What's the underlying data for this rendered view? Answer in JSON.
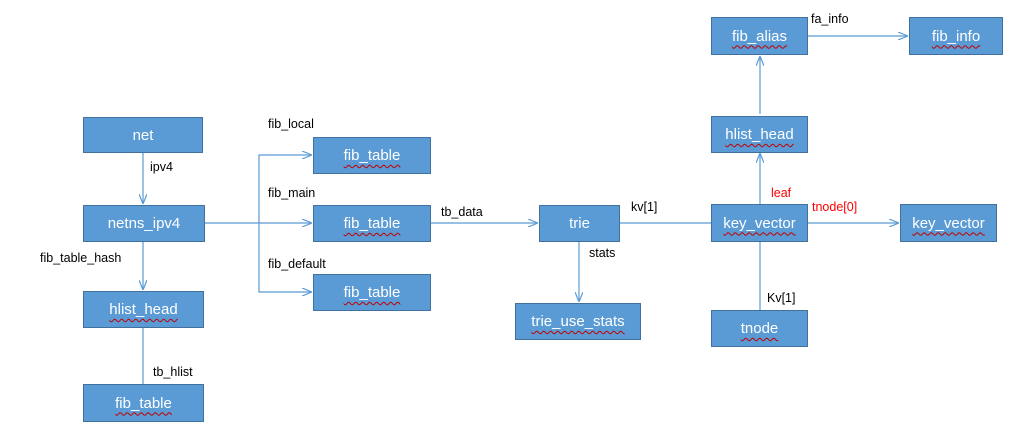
{
  "nodes": {
    "net": "net",
    "netns_ipv4": "netns_ipv4",
    "hlist_head_left": "hlist_head",
    "fib_table_left": "fib_table",
    "fib_table_local": "fib_table",
    "fib_table_main": "fib_table",
    "fib_table_default": "fib_table",
    "trie": "trie",
    "trie_use_stats": "trie_use_stats",
    "key_vector_main": "key_vector",
    "key_vector_right": "key_vector",
    "tnode": "tnode",
    "hlist_head_top": "hlist_head",
    "fib_alias": "fib_alias",
    "fib_info": "fib_info"
  },
  "edges": {
    "ipv4": "ipv4",
    "fib_table_hash": "fib_table_hash",
    "tb_hlist": "tb_hlist",
    "fib_local": "fib_local",
    "fib_main": "fib_main",
    "fib_default": "fib_default",
    "tb_data": "tb_data",
    "stats": "stats",
    "kv1": "kv[1]",
    "tnode0": "tnode[0]",
    "leaf": "leaf",
    "kv1_lower": "Kv[1]",
    "fa_info": "fa_info"
  },
  "colors": {
    "box_fill": "#5b9bd5",
    "box_border": "#41719c",
    "arrow": "#5b9bd5",
    "highlight_label": "#ff0000",
    "spellcheck_underline": "#c00000"
  }
}
